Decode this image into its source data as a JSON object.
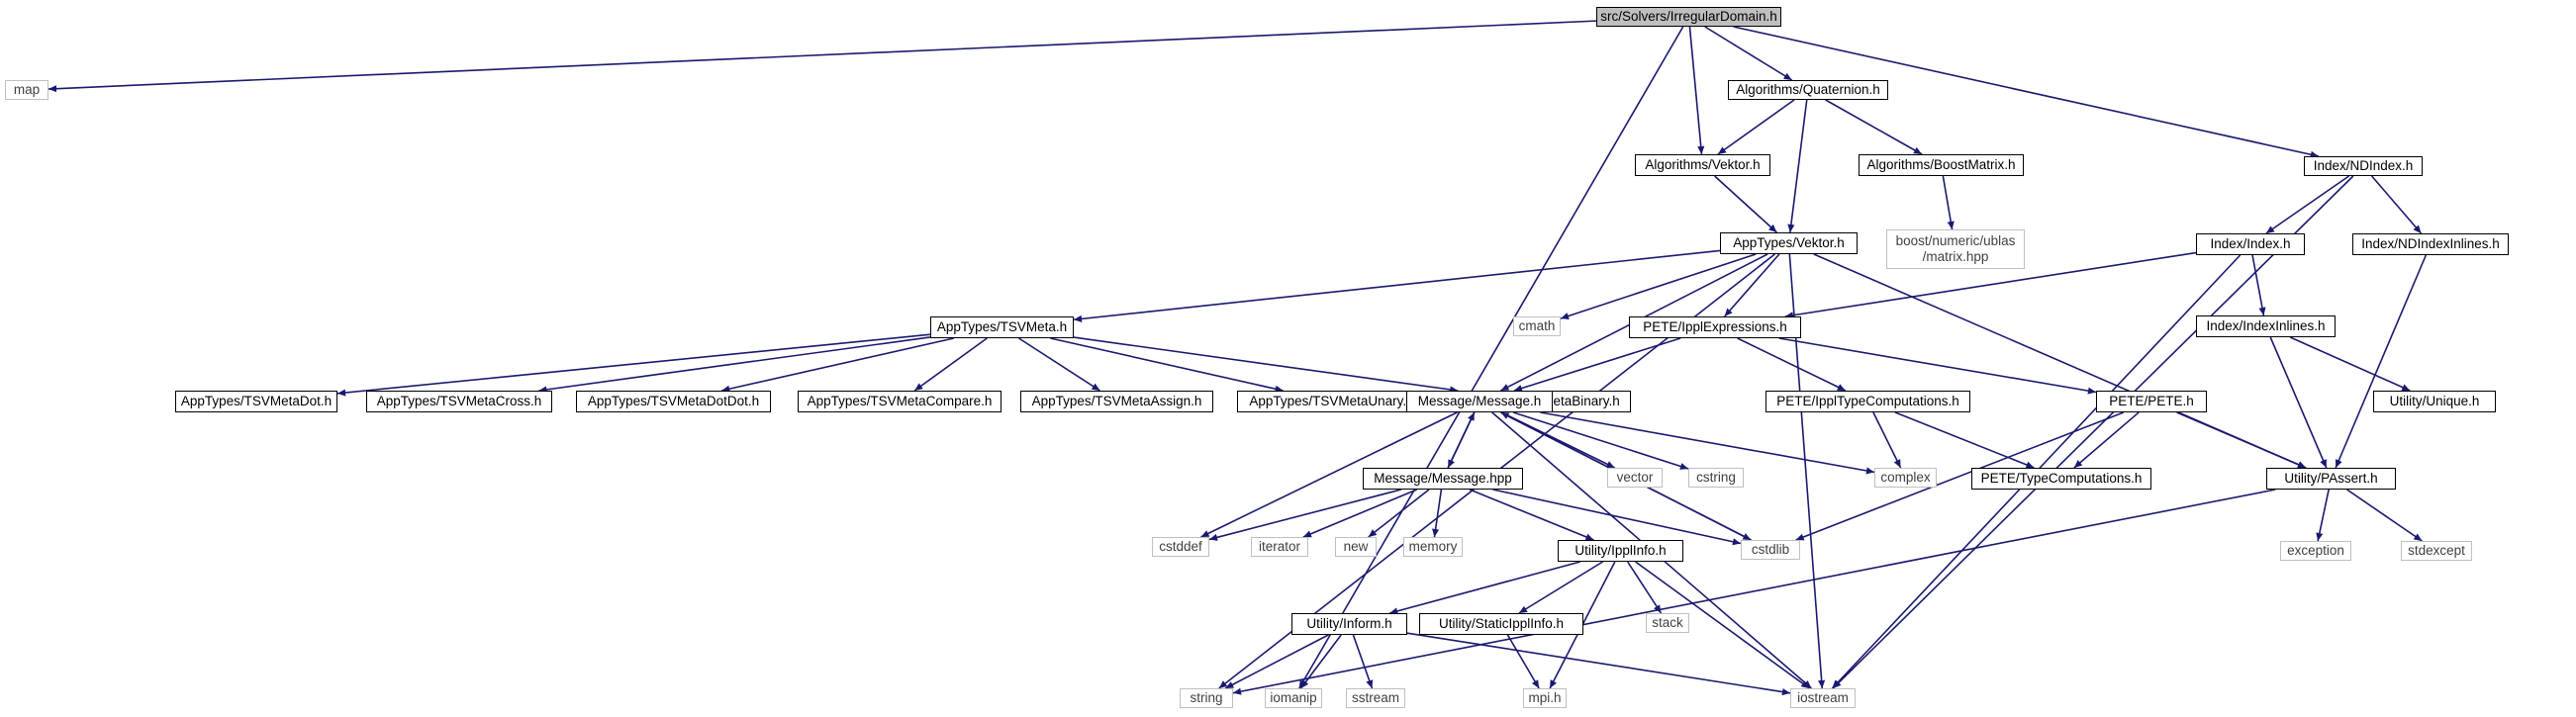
{
  "colors": {
    "edge": "#191970",
    "root_fill": "#bfbfbf",
    "external_border": "#bfbfbf",
    "node_border": "#000000"
  },
  "nodes": {
    "root": {
      "label": "src/Solvers/IrregularDomain.h",
      "kind": "root"
    },
    "map": {
      "label": "map",
      "kind": "external"
    },
    "quaternion": {
      "label": "Algorithms/Quaternion.h",
      "kind": "normal"
    },
    "ndindex": {
      "label": "Index/NDIndex.h",
      "kind": "normal"
    },
    "algvektor": {
      "label": "Algorithms/Vektor.h",
      "kind": "normal"
    },
    "boostmatrix": {
      "label": "Algorithms/BoostMatrix.h",
      "kind": "normal"
    },
    "ublas": {
      "label": "boost/numeric/ublas\n/matrix.hpp",
      "kind": "external"
    },
    "appvektor": {
      "label": "AppTypes/Vektor.h",
      "kind": "normal"
    },
    "index": {
      "label": "Index/Index.h",
      "kind": "normal"
    },
    "ndindexinlines": {
      "label": "Index/NDIndexInlines.h",
      "kind": "normal"
    },
    "tsvmeta": {
      "label": "AppTypes/TSVMeta.h",
      "kind": "normal"
    },
    "cmath": {
      "label": "cmath",
      "kind": "external"
    },
    "ipplexpr": {
      "label": "PETE/IpplExpressions.h",
      "kind": "normal"
    },
    "indexinlines": {
      "label": "Index/IndexInlines.h",
      "kind": "normal"
    },
    "tsvdot": {
      "label": "AppTypes/TSVMetaDot.h",
      "kind": "normal"
    },
    "tsvcross": {
      "label": "AppTypes/TSVMetaCross.h",
      "kind": "normal"
    },
    "tsvdotdot": {
      "label": "AppTypes/TSVMetaDotDot.h",
      "kind": "normal"
    },
    "tsvcompare": {
      "label": "AppTypes/TSVMetaCompare.h",
      "kind": "normal"
    },
    "tsvassign": {
      "label": "AppTypes/TSVMetaAssign.h",
      "kind": "normal"
    },
    "tsvunary": {
      "label": "AppTypes/TSVMetaUnary.h",
      "kind": "normal"
    },
    "tsvbinary": {
      "label": "AppTypes/TSVMetaBinary.h",
      "kind": "normal"
    },
    "messageh": {
      "label": "Message/Message.h",
      "kind": "normal"
    },
    "ippltypecomp": {
      "label": "PETE/IpplTypeComputations.h",
      "kind": "normal"
    },
    "peteh": {
      "label": "PETE/PETE.h",
      "kind": "normal"
    },
    "unique": {
      "label": "Utility/Unique.h",
      "kind": "normal"
    },
    "vector": {
      "label": "vector",
      "kind": "external"
    },
    "cstring": {
      "label": "cstring",
      "kind": "external"
    },
    "complex": {
      "label": "complex",
      "kind": "external"
    },
    "messagehpp": {
      "label": "Message/Message.hpp",
      "kind": "normal"
    },
    "typecomp": {
      "label": "PETE/TypeComputations.h",
      "kind": "normal"
    },
    "passert": {
      "label": "Utility/PAssert.h",
      "kind": "normal"
    },
    "cstddef": {
      "label": "cstddef",
      "kind": "external"
    },
    "iterator": {
      "label": "iterator",
      "kind": "external"
    },
    "new": {
      "label": "new",
      "kind": "external"
    },
    "memory": {
      "label": "memory",
      "kind": "external"
    },
    "ipplinfo": {
      "label": "Utility/IpplInfo.h",
      "kind": "normal"
    },
    "cstdlib": {
      "label": "cstdlib",
      "kind": "external"
    },
    "exception": {
      "label": "exception",
      "kind": "external"
    },
    "stdexcept": {
      "label": "stdexcept",
      "kind": "external"
    },
    "inform": {
      "label": "Utility/Inform.h",
      "kind": "normal"
    },
    "staticipplinfo": {
      "label": "Utility/StaticIpplInfo.h",
      "kind": "normal"
    },
    "stack": {
      "label": "stack",
      "kind": "external"
    },
    "string": {
      "label": "string",
      "kind": "external"
    },
    "iomanip": {
      "label": "iomanip",
      "kind": "external"
    },
    "sstream": {
      "label": "sstream",
      "kind": "external"
    },
    "mpi": {
      "label": "mpi.h",
      "kind": "external"
    },
    "iostream": {
      "label": "iostream",
      "kind": "external"
    }
  },
  "edges": [
    [
      "root",
      "map"
    ],
    [
      "root",
      "algvektor"
    ],
    [
      "root",
      "quaternion"
    ],
    [
      "root",
      "ndindex"
    ],
    [
      "root",
      "iomanip"
    ],
    [
      "quaternion",
      "algvektor"
    ],
    [
      "quaternion",
      "appvektor"
    ],
    [
      "quaternion",
      "boostmatrix"
    ],
    [
      "algvektor",
      "appvektor"
    ],
    [
      "boostmatrix",
      "ublas"
    ],
    [
      "ndindex",
      "index"
    ],
    [
      "ndindex",
      "ndindexinlines"
    ],
    [
      "ndindex",
      "iostream"
    ],
    [
      "appvektor",
      "tsvmeta"
    ],
    [
      "appvektor",
      "cmath"
    ],
    [
      "appvektor",
      "ipplexpr"
    ],
    [
      "appvektor",
      "messageh"
    ],
    [
      "appvektor",
      "passert"
    ],
    [
      "appvektor",
      "iostream"
    ],
    [
      "appvektor",
      "string"
    ],
    [
      "tsvmeta",
      "tsvdot"
    ],
    [
      "tsvmeta",
      "tsvcross"
    ],
    [
      "tsvmeta",
      "tsvdotdot"
    ],
    [
      "tsvmeta",
      "tsvcompare"
    ],
    [
      "tsvmeta",
      "tsvassign"
    ],
    [
      "tsvmeta",
      "tsvunary"
    ],
    [
      "tsvmeta",
      "tsvbinary"
    ],
    [
      "index",
      "ipplexpr"
    ],
    [
      "index",
      "indexinlines"
    ],
    [
      "index",
      "iostream"
    ],
    [
      "ndindexinlines",
      "passert"
    ],
    [
      "indexinlines",
      "passert"
    ],
    [
      "indexinlines",
      "unique"
    ],
    [
      "ipplexpr",
      "messageh"
    ],
    [
      "ipplexpr",
      "ippltypecomp"
    ],
    [
      "ipplexpr",
      "peteh"
    ],
    [
      "ippltypecomp",
      "complex"
    ],
    [
      "ippltypecomp",
      "typecomp"
    ],
    [
      "peteh",
      "typecomp"
    ],
    [
      "peteh",
      "passert"
    ],
    [
      "peteh",
      "cstdlib"
    ],
    [
      "messageh",
      "messagehpp"
    ],
    [
      "messageh",
      "vector"
    ],
    [
      "messageh",
      "cstring"
    ],
    [
      "messageh",
      "complex"
    ],
    [
      "messageh",
      "cstddef"
    ],
    [
      "messageh",
      "cstdlib"
    ],
    [
      "messageh",
      "iostream"
    ],
    [
      "messagehpp",
      "messageh"
    ],
    [
      "messagehpp",
      "cstddef"
    ],
    [
      "messagehpp",
      "iterator"
    ],
    [
      "messagehpp",
      "new"
    ],
    [
      "messagehpp",
      "memory"
    ],
    [
      "messagehpp",
      "ipplinfo"
    ],
    [
      "messagehpp",
      "cstdlib"
    ],
    [
      "passert",
      "exception"
    ],
    [
      "passert",
      "stdexcept"
    ],
    [
      "passert",
      "string"
    ],
    [
      "ipplinfo",
      "inform"
    ],
    [
      "ipplinfo",
      "staticipplinfo"
    ],
    [
      "ipplinfo",
      "stack"
    ],
    [
      "ipplinfo",
      "mpi"
    ],
    [
      "ipplinfo",
      "iostream"
    ],
    [
      "inform",
      "string"
    ],
    [
      "inform",
      "iomanip"
    ],
    [
      "inform",
      "sstream"
    ],
    [
      "inform",
      "iostream"
    ],
    [
      "staticipplinfo",
      "mpi"
    ],
    [
      "cstdlib",
      "messageh"
    ]
  ]
}
